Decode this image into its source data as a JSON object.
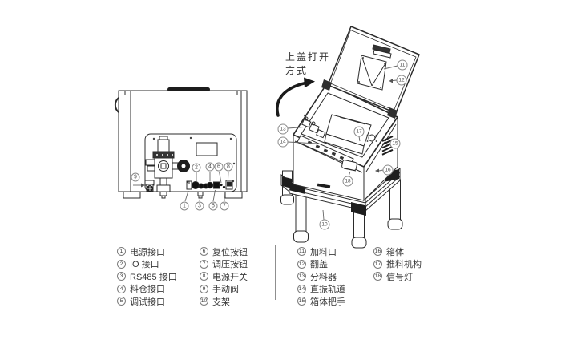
{
  "figure": {
    "open_method": {
      "line1": "上盖打开",
      "line2": "方式"
    },
    "callouts": {
      "c1": "1",
      "c2": "2",
      "c3": "3",
      "c4": "4",
      "c5": "5",
      "c6": "6",
      "c7": "7",
      "c8": "8",
      "c9": "9",
      "c10": "10",
      "c11": "11",
      "c12": "12",
      "c13": "13",
      "c14": "14",
      "c15": "15",
      "c16": "16",
      "c17": "17",
      "c18": "18"
    }
  },
  "legend": {
    "columns": [
      {
        "items": [
          {
            "num": "1",
            "label": "电源接口"
          },
          {
            "num": "2",
            "label": "IO 接口"
          },
          {
            "num": "3",
            "label": "RS485 接口"
          },
          {
            "num": "4",
            "label": "料仓接口"
          },
          {
            "num": "5",
            "label": "调试接口"
          }
        ]
      },
      {
        "items": [
          {
            "num": "6",
            "label": "复位按钮"
          },
          {
            "num": "7",
            "label": "调压按钮"
          },
          {
            "num": "8",
            "label": "电源开关"
          },
          {
            "num": "9",
            "label": "手动阀"
          },
          {
            "num": "10",
            "label": "支架"
          }
        ]
      },
      {
        "items": [
          {
            "num": "11",
            "label": "加料口"
          },
          {
            "num": "12",
            "label": "翻盖"
          },
          {
            "num": "13",
            "label": "分料器"
          },
          {
            "num": "14",
            "label": "直振轨道"
          },
          {
            "num": "15",
            "label": "箱体把手"
          }
        ]
      },
      {
        "items": [
          {
            "num": "16",
            "label": "箱体"
          },
          {
            "num": "17",
            "label": "推料机构"
          },
          {
            "num": "18",
            "label": "信号灯"
          }
        ]
      }
    ]
  },
  "colors": {
    "line": "#2b2b2b",
    "dark_fill": "#1d1d1d",
    "text": "#3a3a3a",
    "callout_ring": "#8a8a8a"
  }
}
